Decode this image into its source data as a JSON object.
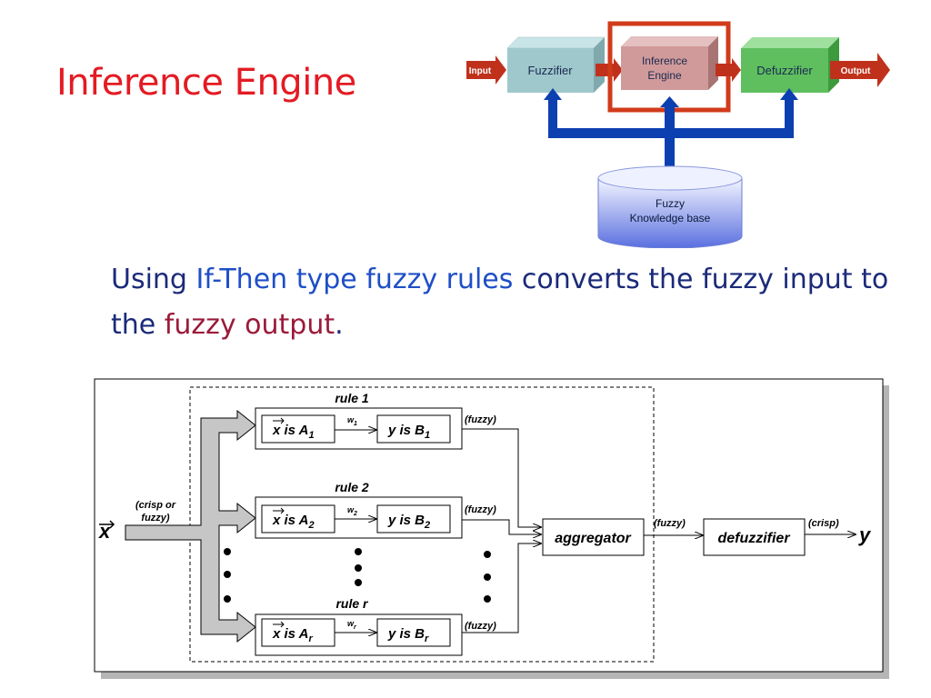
{
  "title": "Inference Engine",
  "pipeline": {
    "input_label": "Input",
    "fuzzifier": "Fuzzifier",
    "inference_line1": "Inference",
    "inference_line2": "Engine",
    "defuzzifier": "Defuzzifier",
    "output_label": "Output",
    "kb_line1": "Fuzzy",
    "kb_line2": "Knowledge base"
  },
  "bullet": {
    "part1": "Using ",
    "part2": "If-Then type fuzzy rules",
    "part3": " converts the fuzzy input to the ",
    "part4": "fuzzy output",
    "part5": "."
  },
  "rules": {
    "input_symbol": "x",
    "input_note_line1": "(crisp or",
    "input_note_line2": "fuzzy)",
    "rule1_title": "rule 1",
    "rule2_title": "rule 2",
    "ruler_title": "rule r",
    "ant_text": "x is A",
    "con_text": "y is B",
    "w_label": "w",
    "sub1": "1",
    "sub2": "2",
    "subr": "r",
    "fuzzy_note": "(fuzzy)",
    "aggregator": "aggregator",
    "agg_out_note": "(fuzzy)",
    "defuzzifier": "defuzzifier",
    "crisp_note": "(crisp)",
    "output_symbol": "y"
  },
  "colors": {
    "title": "#e31b23",
    "bullet_text": "#1b2a7a",
    "highlight_blue": "#1f4fc7",
    "highlight_red": "#9b1a3a",
    "fuzzifier_box": "#9fc8cc",
    "inference_box": "#d09a9a",
    "defuzzifier_box": "#5fbf5f",
    "arrow_red": "#c0311c",
    "kb_blue": "#0c3fb0"
  }
}
